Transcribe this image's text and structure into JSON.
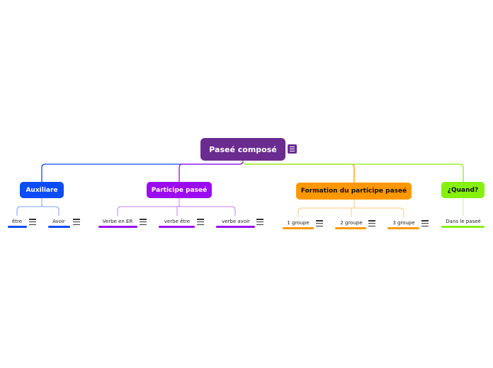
{
  "map": {
    "root": {
      "label": "Paseé composé",
      "color": "#6a2c8f"
    },
    "branches": [
      {
        "label": "Auxiliare",
        "color": "#0a4cf5",
        "children": [
          {
            "label": "être"
          },
          {
            "label": "Avoir"
          }
        ]
      },
      {
        "label": "Participe paseé",
        "color": "#9b0bf0",
        "children": [
          {
            "label": "Verbe en ER"
          },
          {
            "label": "verbe être"
          },
          {
            "label": "verbe avoir"
          }
        ]
      },
      {
        "label": "Formation du participe paseé",
        "color": "#ff9800",
        "children": [
          {
            "label": "1 groupe"
          },
          {
            "label": "2 groupe"
          },
          {
            "label": "3 groupe"
          }
        ]
      },
      {
        "label": "¿Quand?",
        "color": "#86f00f",
        "children": [
          {
            "label": "Dans le paseé"
          }
        ]
      }
    ]
  }
}
